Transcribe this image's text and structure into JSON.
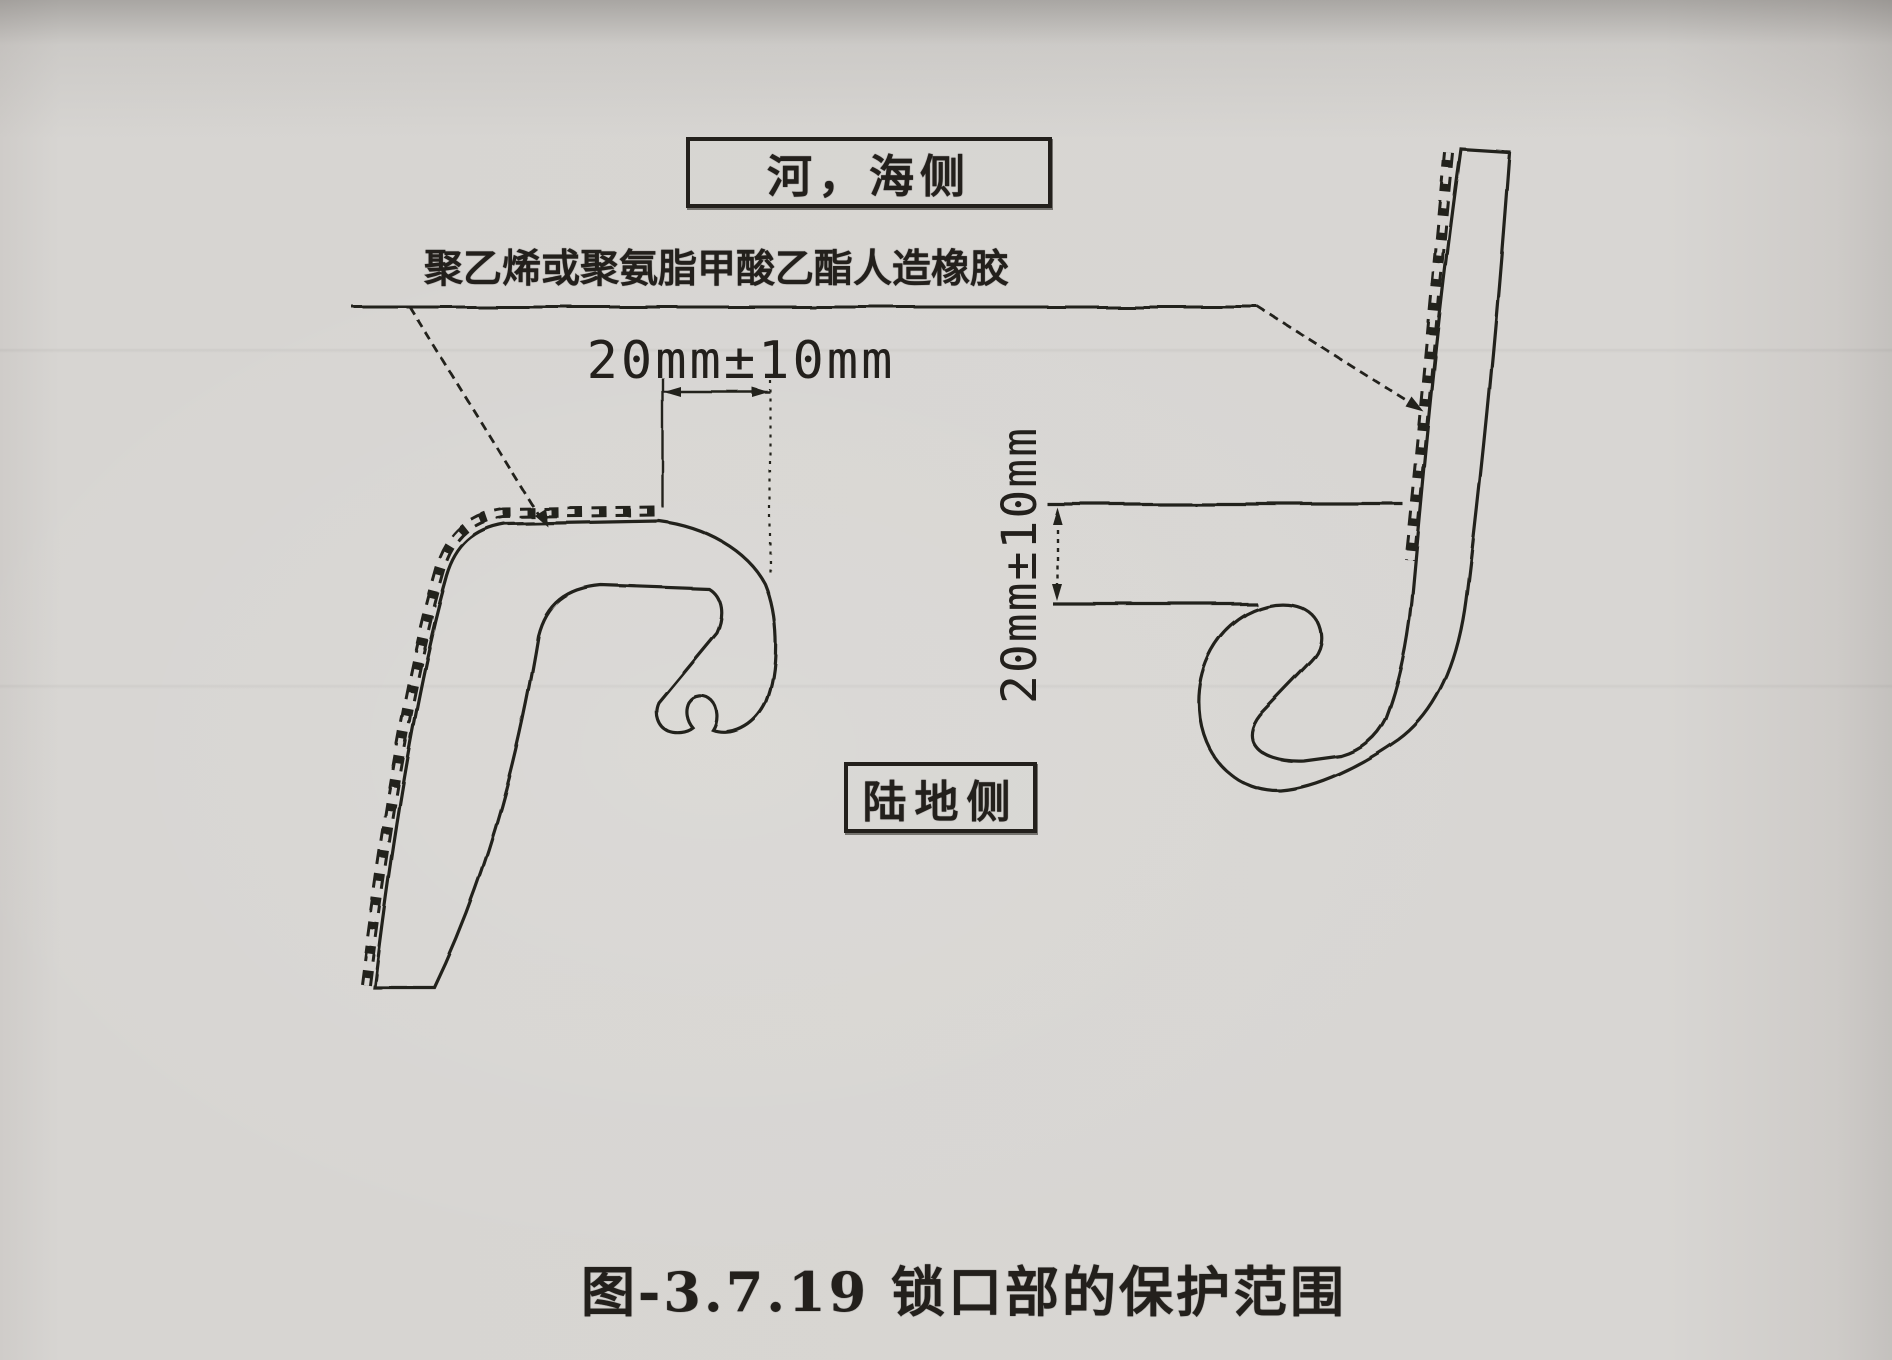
{
  "diagram": {
    "figure_caption": "图-3.7.19 锁口部的保护范围",
    "boxes": {
      "river_sea_side": "河，海侧",
      "land_side": "陆地侧"
    },
    "coating_label": "聚乙烯或聚氨脂甲酸乙酯人造橡胶",
    "dimensions": {
      "top_width": "20mm±10mm",
      "right_height": "20mm±10mm"
    },
    "colors": {
      "paper": "#d7d5d2",
      "ink": "#23201c"
    }
  }
}
